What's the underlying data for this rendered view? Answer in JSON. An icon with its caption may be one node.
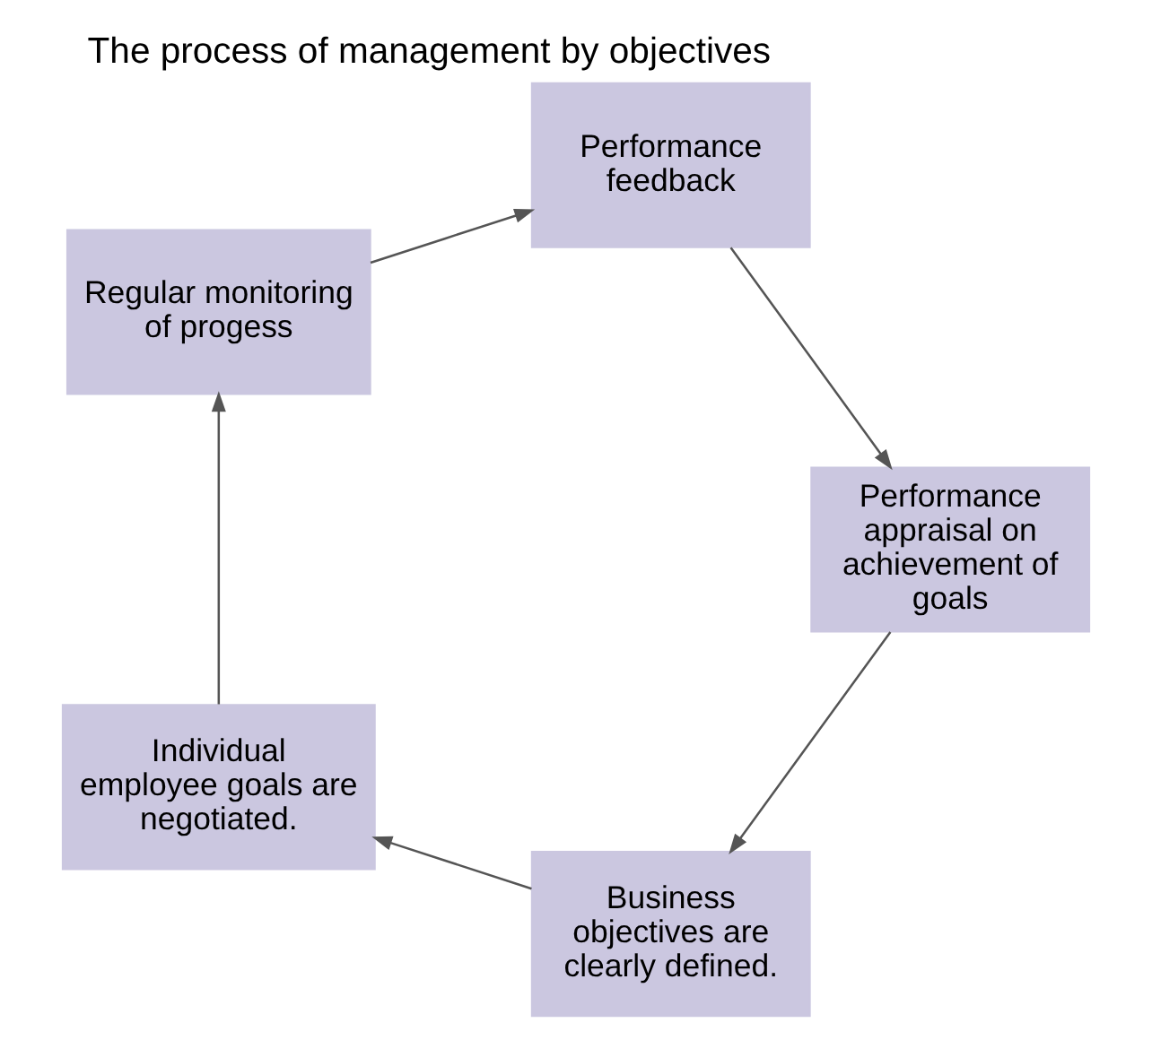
{
  "diagram": {
    "title": "The process of management by objectives",
    "nodes": [
      {
        "text": [
          "Business objectives are clearly defined."
        ]
      },
      {
        "text": [
          "Individual employee goals are negotiated."
        ]
      },
      {
        "text": [
          "Regular monitoring of progess"
        ]
      },
      {
        "text": [
          "Performance feedback"
        ]
      },
      {
        "text": [
          "Performance appraisal on achievement of goals"
        ]
      }
    ],
    "edges": [
      {
        "from": 0,
        "to": 1,
        "arrow": "to"
      },
      {
        "from": 1,
        "to": 2,
        "arrow": "to"
      },
      {
        "from": 2,
        "to": 3,
        "arrow": "to"
      },
      {
        "from": 3,
        "to": 4,
        "arrow": "to"
      },
      {
        "from": 4,
        "to": 0,
        "arrow": "to"
      }
    ]
  }
}
